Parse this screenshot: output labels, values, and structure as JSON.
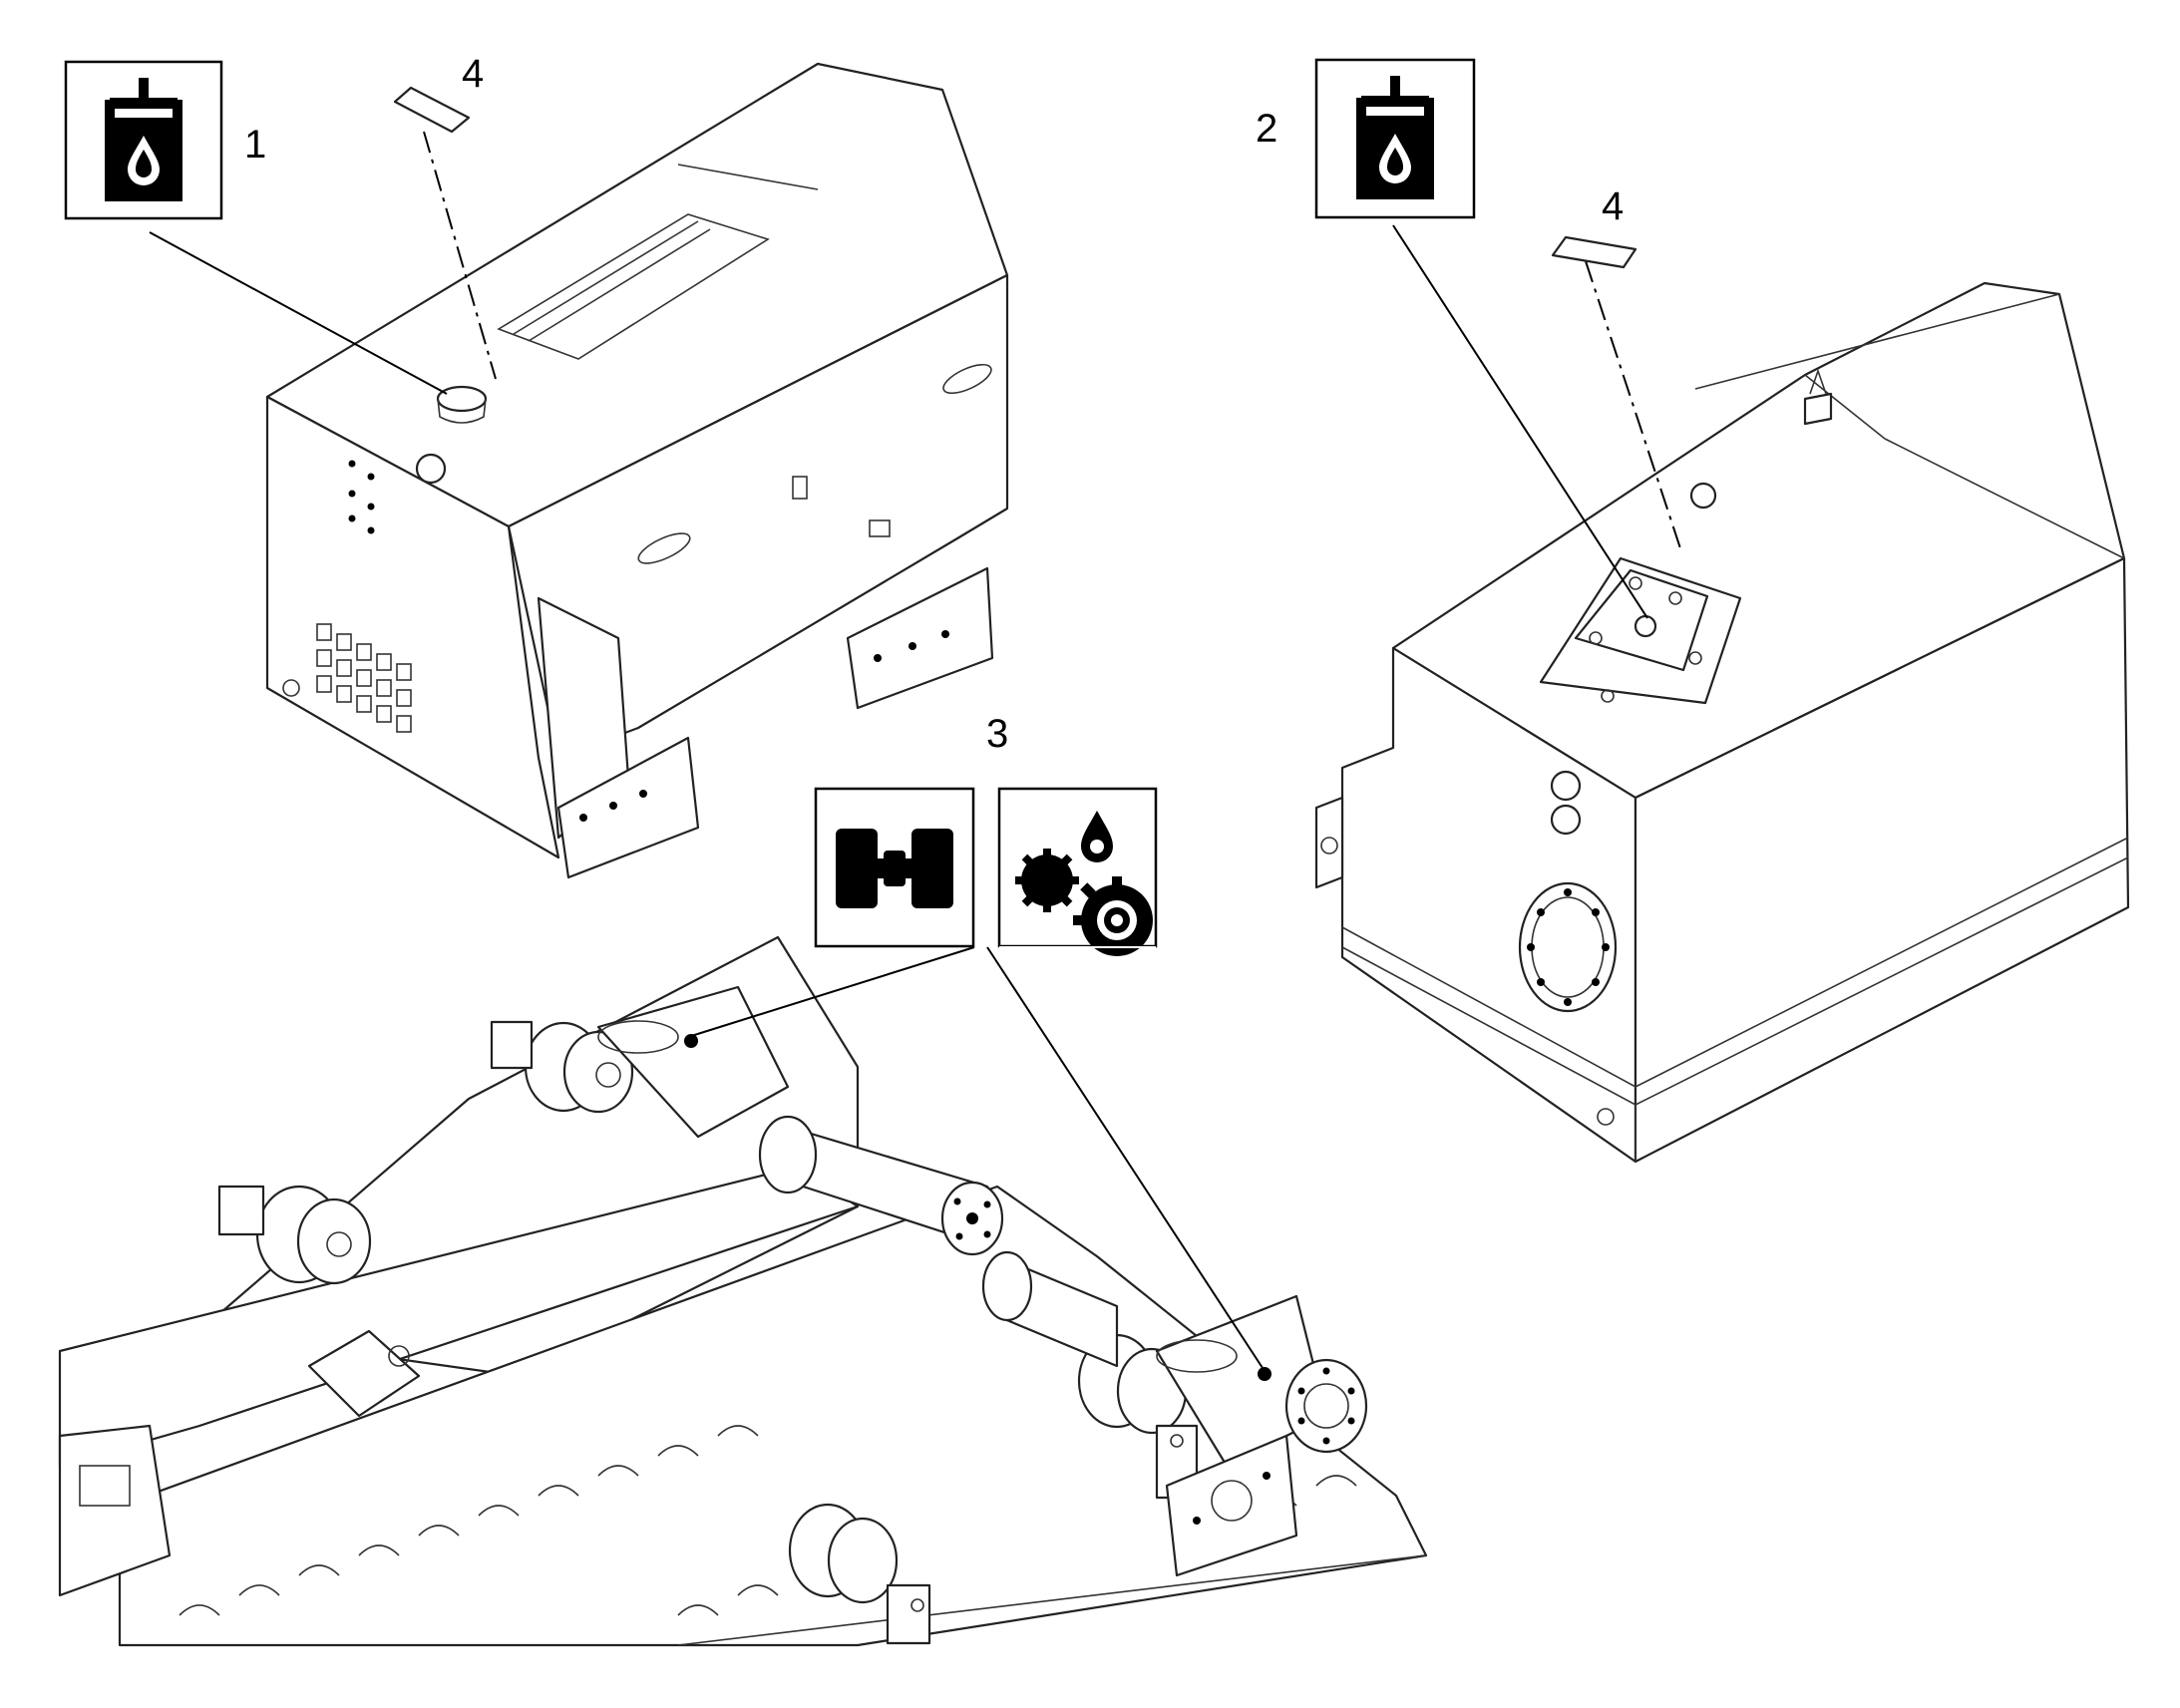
{
  "callouts": {
    "c1": "1",
    "c2": "2",
    "c3": "3",
    "c4a": "4",
    "c4b": "4"
  },
  "icons": {
    "hydraulic_reservoir": "hydraulic-oil-reservoir-icon",
    "axle": "axle-icon",
    "gear_oil": "gear-oil-icon",
    "decal": "decal-label-icon"
  }
}
